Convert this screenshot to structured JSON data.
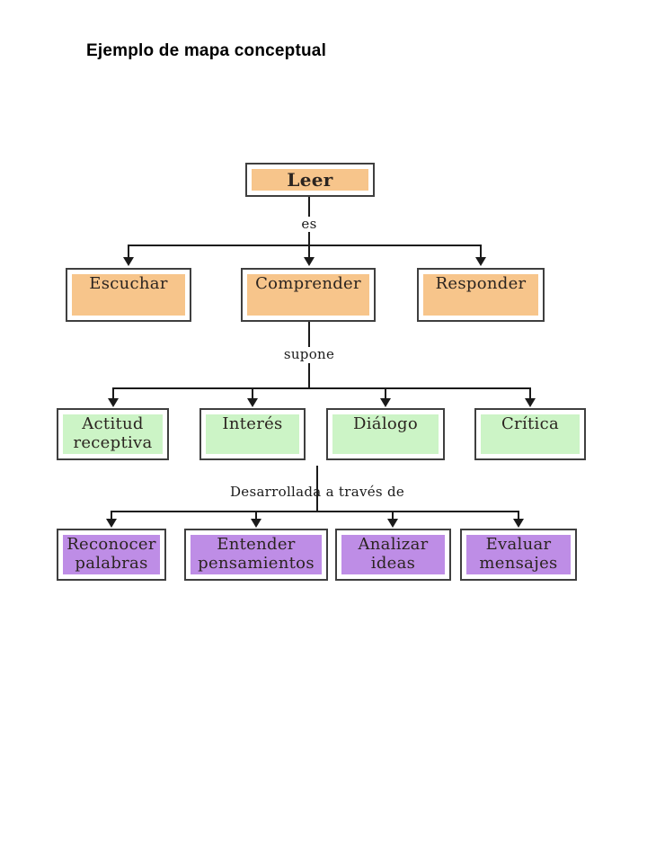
{
  "page": {
    "title": "Ejemplo de mapa conceptual"
  },
  "diagram": {
    "root_label": "Leer",
    "link_labels": {
      "level1": "es",
      "level2": "supone",
      "level3": "Desarrollada a través de"
    },
    "level2_nodes": [
      "Escuchar",
      "Comprender",
      "Responder"
    ],
    "level3_nodes": [
      "Actitud receptiva",
      "Interés",
      "Diálogo",
      "Crítica"
    ],
    "level4_nodes": [
      "Reconocer palabras",
      "Entender pensamientos",
      "Analizar ideas",
      "Evaluar mensajes"
    ],
    "colors": {
      "level1_2_fill": "#F7C58B",
      "level3_fill": "#CCF4C6",
      "level4_fill": "#BE8DE6",
      "box_border": "#3F3F3F",
      "connector": "#1A1A1A",
      "background": "#FFFFFF"
    }
  }
}
